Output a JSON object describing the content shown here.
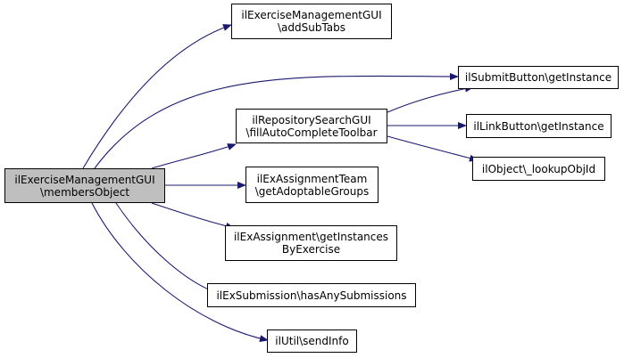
{
  "diagram": {
    "edge_color": "#191970",
    "nodes": [
      {
        "id": "members",
        "lines": [
          "ilExerciseManagementGUI",
          "\\membersObject"
        ],
        "current": true
      },
      {
        "id": "addSubTabs",
        "lines": [
          "ilExerciseManagementGUI",
          "\\addSubTabs"
        ]
      },
      {
        "id": "submitButton",
        "lines": [
          "ilSubmitButton\\getInstance"
        ]
      },
      {
        "id": "repoSearch",
        "lines": [
          "ilRepositorySearchGUI",
          "\\fillAutoCompleteToolbar"
        ]
      },
      {
        "id": "linkButton",
        "lines": [
          "ilLinkButton\\getInstance"
        ]
      },
      {
        "id": "lookupObjId",
        "lines": [
          "ilObject\\_lookupObjId"
        ]
      },
      {
        "id": "assignTeam",
        "lines": [
          "ilExAssignmentTeam",
          "\\getAdoptableGroups"
        ]
      },
      {
        "id": "getInstances",
        "lines": [
          "ilExAssignment\\getInstances",
          "ByExercise"
        ]
      },
      {
        "id": "hasAnySub",
        "lines": [
          "ilExSubmission\\hasAnySubmissions"
        ]
      },
      {
        "id": "sendInfo",
        "lines": [
          "ilUtil\\sendInfo"
        ]
      }
    ],
    "edges": [
      {
        "from": "members",
        "to": "addSubTabs"
      },
      {
        "from": "members",
        "to": "submitButton"
      },
      {
        "from": "members",
        "to": "repoSearch"
      },
      {
        "from": "members",
        "to": "assignTeam"
      },
      {
        "from": "members",
        "to": "getInstances"
      },
      {
        "from": "members",
        "to": "hasAnySub"
      },
      {
        "from": "members",
        "to": "sendInfo"
      },
      {
        "from": "repoSearch",
        "to": "submitButton"
      },
      {
        "from": "repoSearch",
        "to": "linkButton"
      },
      {
        "from": "repoSearch",
        "to": "lookupObjId"
      }
    ]
  }
}
